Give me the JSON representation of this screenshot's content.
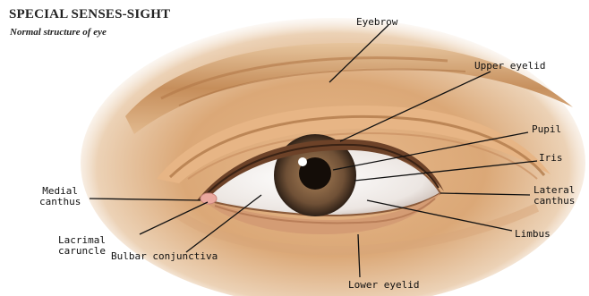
{
  "title": "SPECIAL SENSES-SIGHT",
  "subtitle": "Normal structure of eye",
  "labels": {
    "eyebrow": "Eyebrow",
    "upper_eyelid": "Upper eyelid",
    "pupil": "Pupil",
    "iris": "Iris",
    "lateral_canthus": "Lateral\ncanthus",
    "medial_canthus": "Medial\ncanthus",
    "lacrimal_caruncle": "Lacrimal\ncaruncle",
    "limbus": "Limbus",
    "bulbar_conjunctiva": "Bulbar conjunctiva",
    "lower_eyelid": "Lower eyelid"
  },
  "colors": {
    "skin_outer": "#efdcc6",
    "skin_mid": "#e1b68a",
    "brow": "#c28a55",
    "crease": "#b27a4a",
    "iris_outer": "#3b2a20",
    "iris_inner": "#8a6a4a",
    "sclera": "#f4f1ee",
    "caruncle": "#e9a8a0",
    "leader": "#111111"
  }
}
